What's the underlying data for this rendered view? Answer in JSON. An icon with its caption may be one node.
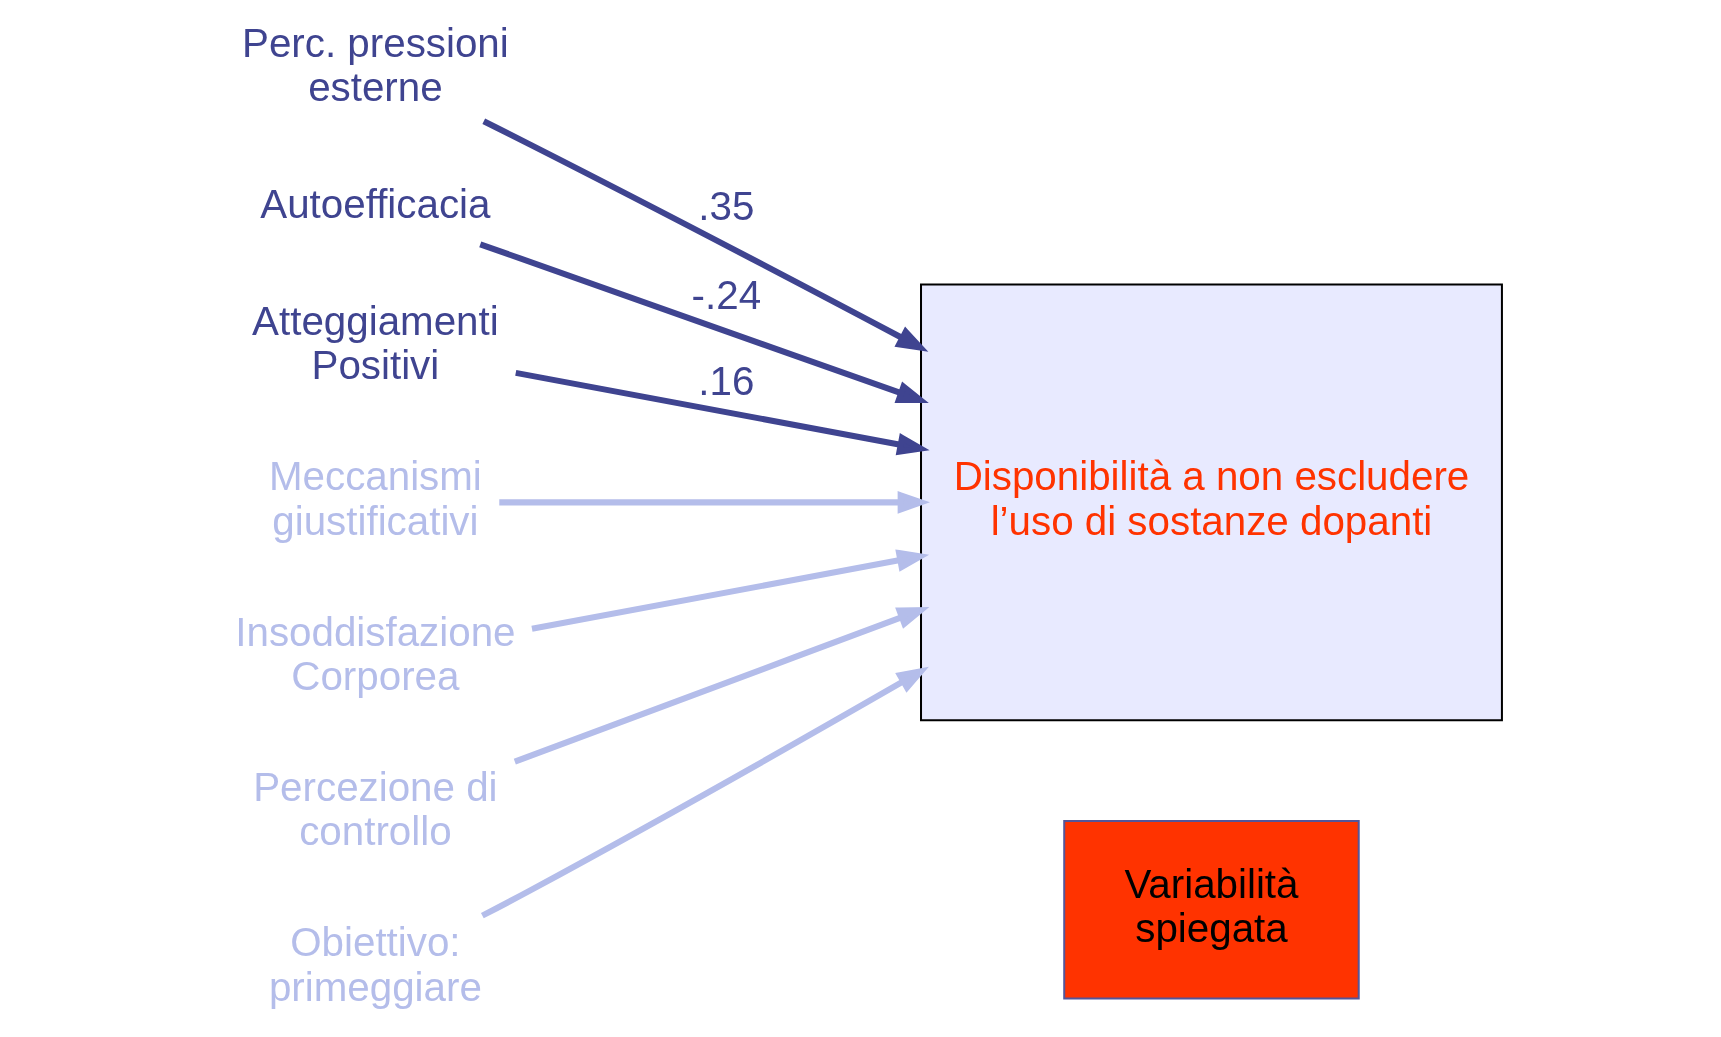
{
  "diagram": {
    "nodes": [
      {
        "text": [
          "Perc. pressioni esterne"
        ]
      },
      {
        "text": [
          "Autoefficacia"
        ]
      },
      {
        "text": [
          "Atteggiamenti Positivi"
        ]
      },
      {
        "text": [
          "Meccanismi giustificativi"
        ]
      },
      {
        "text": [
          "Insoddisfazione Corporea"
        ]
      },
      {
        "text": [
          "Percezione di controllo"
        ]
      },
      {
        "text": [
          "Obiettivo: primeggiare"
        ]
      },
      {
        "text": [
          "Disponibilità a non escludere l’uso di sostanze dopanti"
        ]
      },
      {
        "text": [
          "Variabilità spiegata"
        ]
      }
    ],
    "edges": [
      {
        "from": 0,
        "to": 7,
        "arrow": "to",
        "label": ".35",
        "color": "#3f4490"
      },
      {
        "from": 1,
        "to": 7,
        "arrow": "to",
        "label": "-.24",
        "color": "#3f4490"
      },
      {
        "from": 2,
        "to": 7,
        "arrow": "to",
        "label": ".16",
        "color": "#3f4490"
      },
      {
        "from": 3,
        "to": 7,
        "arrow": "to",
        "color": "#b4bdea"
      },
      {
        "from": 4,
        "to": 7,
        "arrow": "to",
        "color": "#b4bdea"
      },
      {
        "from": 5,
        "to": 7,
        "arrow": "to",
        "color": "#b4bdea"
      },
      {
        "from": 6,
        "to": 7,
        "arrow": "to",
        "color": "#b4bdea"
      }
    ]
  }
}
